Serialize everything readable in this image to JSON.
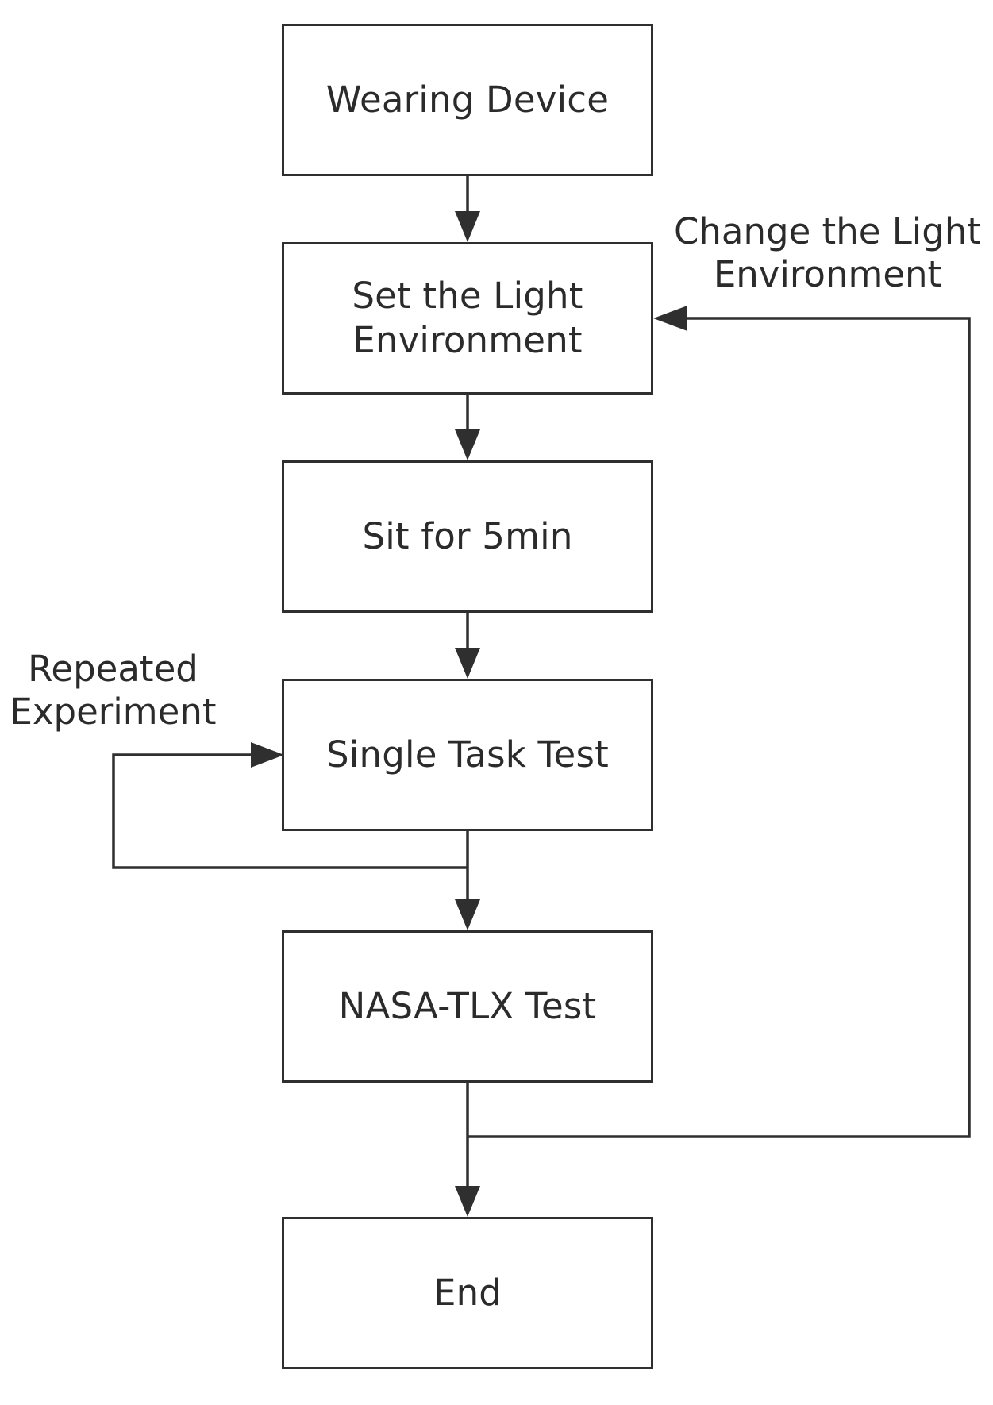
{
  "diagram": {
    "nodes": [
      {
        "id": "wearing-device",
        "label": "Wearing Device"
      },
      {
        "id": "set-light-environment",
        "label": "Set the Light\nEnvironment"
      },
      {
        "id": "sit-5min",
        "label": "Sit for 5min"
      },
      {
        "id": "single-task-test",
        "label": "Single Task Test"
      },
      {
        "id": "nasa-tlx-test",
        "label": "NASA-TLX Test"
      },
      {
        "id": "end",
        "label": "End"
      }
    ],
    "edges": [
      {
        "from": "wearing-device",
        "to": "set-light-environment",
        "label": ""
      },
      {
        "from": "set-light-environment",
        "to": "sit-5min",
        "label": ""
      },
      {
        "from": "sit-5min",
        "to": "single-task-test",
        "label": ""
      },
      {
        "from": "single-task-test",
        "to": "single-task-test",
        "label": "Repeated\nExperiment"
      },
      {
        "from": "single-task-test",
        "to": "nasa-tlx-test",
        "label": ""
      },
      {
        "from": "nasa-tlx-test",
        "to": "set-light-environment",
        "label": "Change the Light\nEnvironment"
      },
      {
        "from": "nasa-tlx-test",
        "to": "end",
        "label": ""
      }
    ],
    "colors": {
      "line": "#2f2f2f",
      "text": "#2b2b2b",
      "background": "#ffffff"
    }
  }
}
